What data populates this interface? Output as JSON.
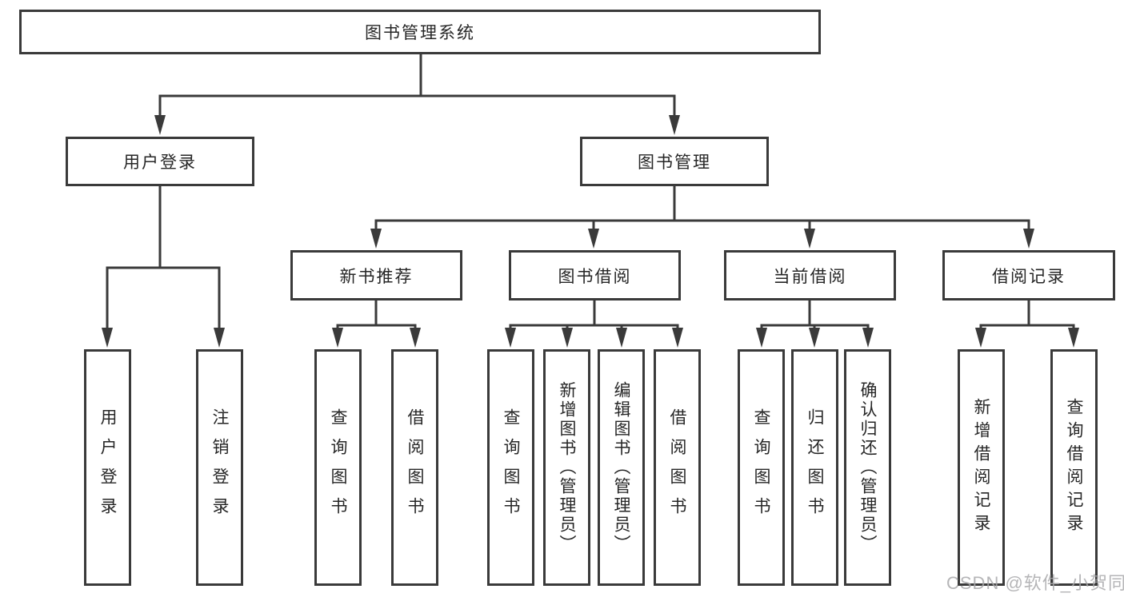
{
  "diagram_title": "图书管理系统",
  "tree": {
    "label": "图书管理系统",
    "children": [
      {
        "label": "用户登录",
        "children": [
          {
            "label": "用户登录"
          },
          {
            "label": "注销登录"
          }
        ]
      },
      {
        "label": "图书管理",
        "children": [
          {
            "label": "新书推荐",
            "children": [
              {
                "label": "查询图书"
              },
              {
                "label": "借阅图书"
              }
            ]
          },
          {
            "label": "图书借阅",
            "children": [
              {
                "label": "查询图书"
              },
              {
                "label": "新增图书（管理员）"
              },
              {
                "label": "编辑图书（管理员）"
              },
              {
                "label": "借阅图书"
              }
            ]
          },
          {
            "label": "当前借阅",
            "children": [
              {
                "label": "查询图书"
              },
              {
                "label": "归还图书"
              },
              {
                "label": "确认归还（管理员）"
              }
            ]
          },
          {
            "label": "借阅记录",
            "children": [
              {
                "label": "新增借阅记录"
              },
              {
                "label": "查询借阅记录"
              }
            ]
          }
        ]
      }
    ]
  },
  "watermark": {
    "text": "CSDN @软件_小贺同学"
  },
  "colors": {
    "line": "#3a3a3a",
    "text": "#262626",
    "box_fill": "#ffffff",
    "watermark": "#a8a8aa",
    "background": "#ffffff"
  }
}
